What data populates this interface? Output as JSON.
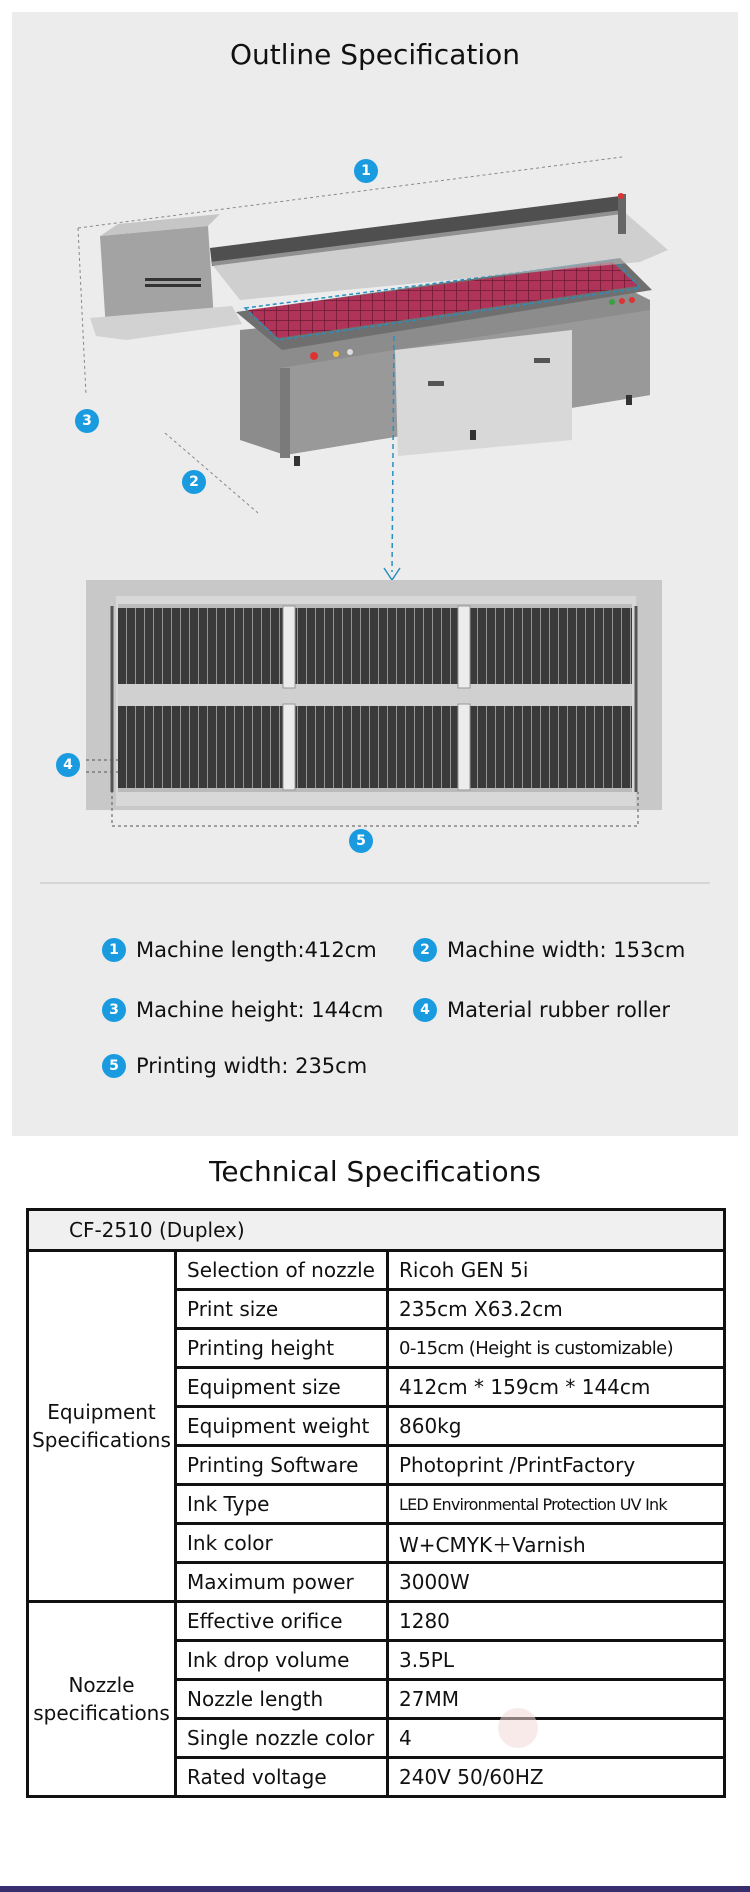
{
  "outline": {
    "title": "Outline Specification",
    "badges": [
      "1",
      "2",
      "3",
      "4",
      "5"
    ],
    "legend": [
      {
        "num": "1",
        "text": "Machine length:412cm"
      },
      {
        "num": "2",
        "text": "Machine width: 153cm"
      },
      {
        "num": "3",
        "text": "Machine height: 144cm"
      },
      {
        "num": "4",
        "text": "Material rubber roller"
      },
      {
        "num": "5",
        "text": "Printing width: 235cm"
      }
    ]
  },
  "technical": {
    "title": "Technical Specifications",
    "model": "CF-2510 (Duplex)",
    "groups": [
      {
        "label": "Equipment Specifications",
        "rows": [
          {
            "key": "Selection of nozzle",
            "value": "Ricoh GEN 5i"
          },
          {
            "key": "Print size",
            "value": "235cm X63.2cm"
          },
          {
            "key": "Printing height",
            "value": "0-15cm (Height is customizable)"
          },
          {
            "key": "Equipment size",
            "value": "412cm * 159cm * 144cm"
          },
          {
            "key": "Equipment weight",
            "value": "860kg"
          },
          {
            "key": "Printing Software",
            "value": "Photoprint /PrintFactory"
          },
          {
            "key": "Ink Type",
            "value": "LED Environmental Protection UV Ink"
          },
          {
            "key": "Ink color",
            "value": "W+CMYK＋Varnish"
          },
          {
            "key": "Maximum power",
            "value": "3000W"
          }
        ]
      },
      {
        "label": "Nozzle specifications",
        "rows": [
          {
            "key": "Effective orifice",
            "value": "1280"
          },
          {
            "key": "Ink drop volume",
            "value": "3.5PL"
          },
          {
            "key": "Nozzle length",
            "value": "27MM"
          },
          {
            "key": "Single nozzle color",
            "value": "4"
          },
          {
            "key": "Rated voltage",
            "value": "240V 50/60HZ"
          }
        ]
      }
    ]
  },
  "colors": {
    "badge": "#1a9be0",
    "panel": "#ececec",
    "machine_body": "#8e8e8e",
    "print_bed": "#b0345a",
    "guide_line": "#2a8fc0"
  }
}
